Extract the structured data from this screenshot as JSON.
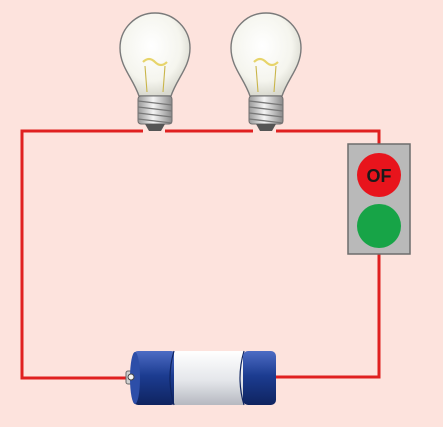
{
  "diagram": {
    "background_color": "#fde3dd",
    "wire_color": "#e02020",
    "bulbs": [
      {
        "icon": "light-bulb-icon",
        "state": "off"
      },
      {
        "icon": "light-bulb-icon",
        "state": "off"
      }
    ],
    "switch": {
      "off_label": "OF",
      "off_color": "#e8141c",
      "on_color": "#17a447",
      "panel_color": "#b9b9b9"
    },
    "battery": {
      "icon": "battery-icon",
      "end_color": "#1c3c91",
      "middle_color": "#e4e6ea"
    }
  }
}
